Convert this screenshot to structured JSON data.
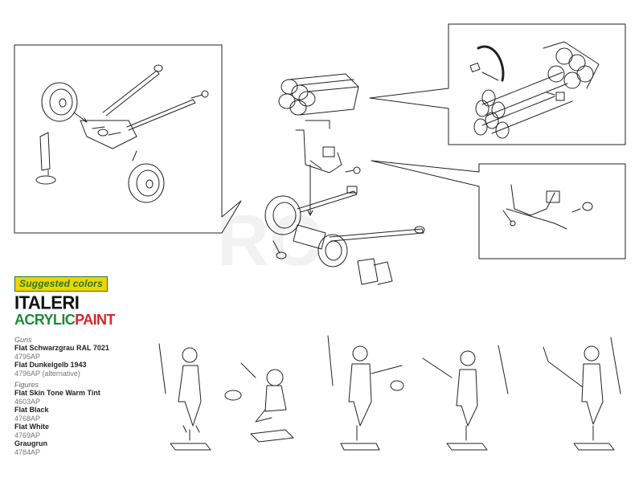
{
  "legend": {
    "suggested": "Suggested colors",
    "brand_line1": "ITALERI",
    "brand_line2_a": "ACRYLIC",
    "brand_line2_b": "PAINT",
    "groups": [
      {
        "title": "Guns",
        "colors": [
          {
            "name": "Flat Schwarzgrau RAL 7021",
            "code": "4795AP",
            "note": ""
          },
          {
            "name": "Flat Dunkelgelb 1943",
            "code": "4796AP",
            "note": "(alternative)"
          }
        ]
      },
      {
        "title": "Figures",
        "colors": [
          {
            "name": "Flat Skin Tone Warm Tint",
            "code": "4603AP",
            "note": ""
          },
          {
            "name": "Flat Black",
            "code": "4768AP",
            "note": ""
          },
          {
            "name": "Flat White",
            "code": "4769AP",
            "note": ""
          },
          {
            "name": "Graugrun",
            "code": "4784AP",
            "note": ""
          }
        ]
      }
    ]
  },
  "colors": {
    "line": "#222222",
    "brand_green": "#1f8a3a",
    "brand_red": "#d6262b",
    "badge_yellow": "#f0d400",
    "watermark": "#e6e6e6"
  },
  "watermark_text": "RC"
}
